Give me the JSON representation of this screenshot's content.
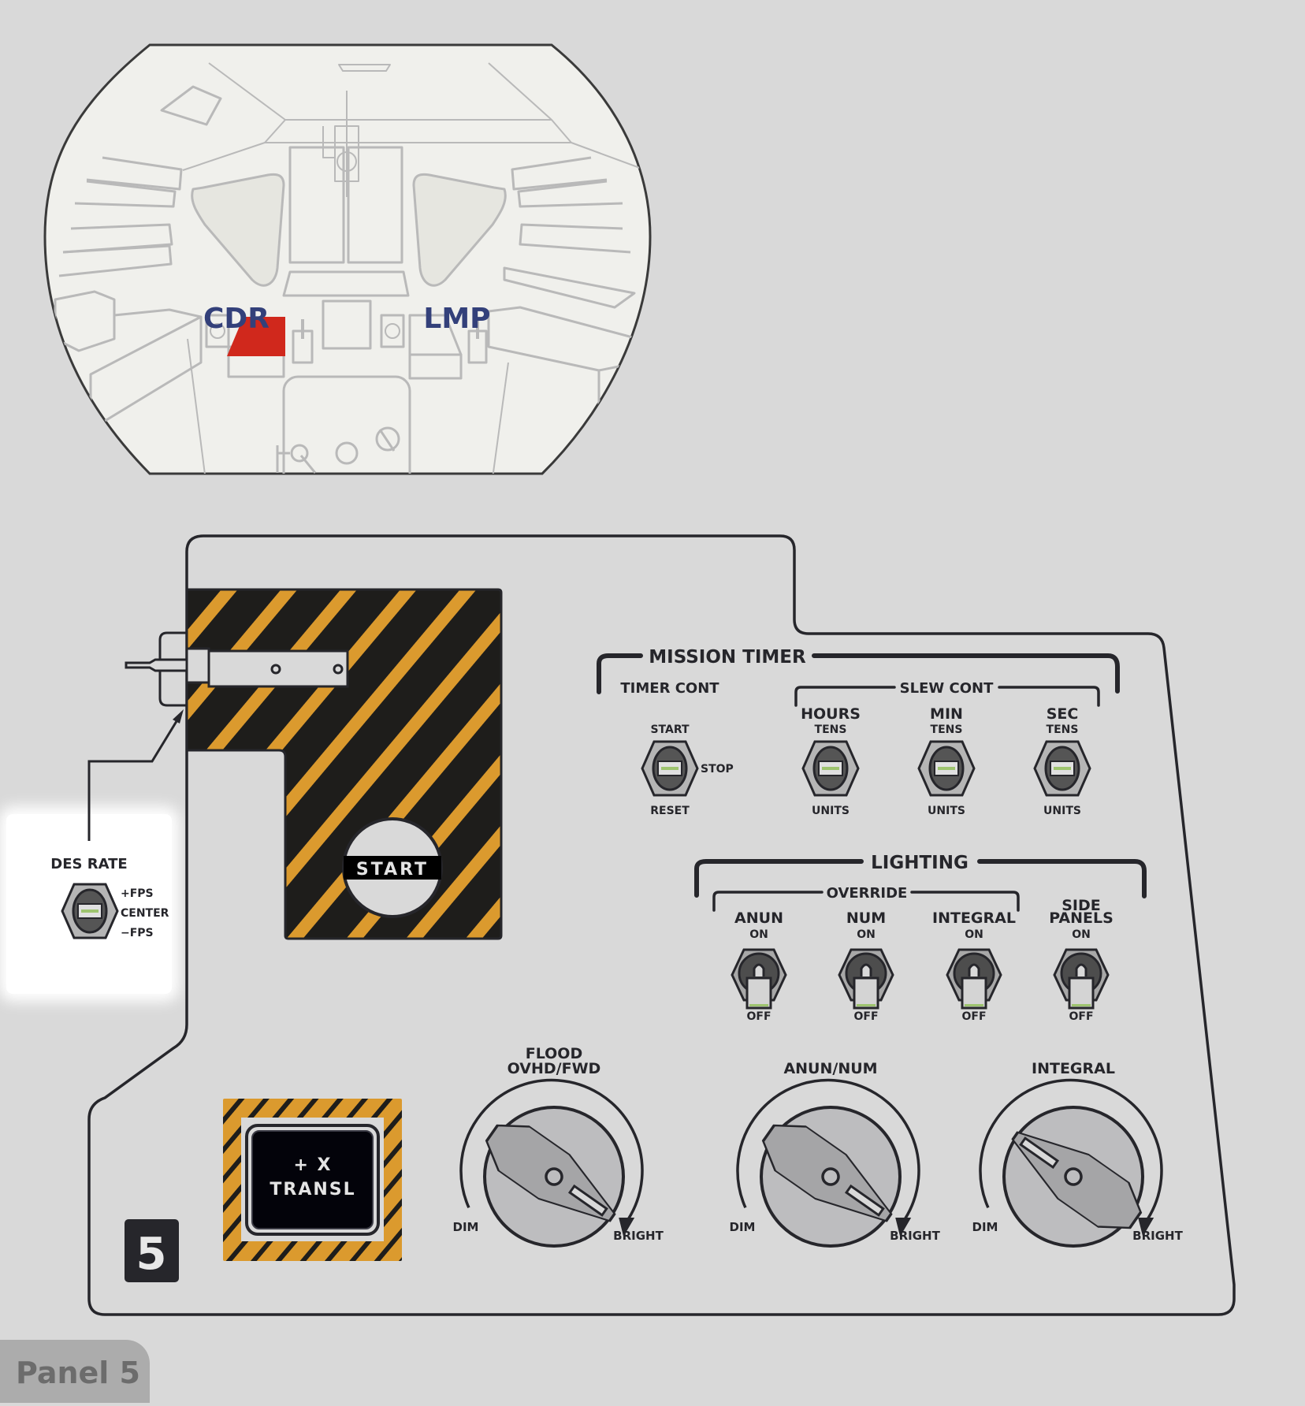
{
  "cabin": {
    "crew_left": "CDR",
    "crew_right": "LMP",
    "highlight_color": "#d0281c",
    "crew_label_color": "#33407a"
  },
  "panel": {
    "number": "5",
    "tab_label": "Panel 5",
    "hazard_color": "#db9a2e",
    "start_button": {
      "label": "START"
    },
    "translation_button": {
      "line1": "+ X",
      "line2": "TRANSL"
    },
    "des_rate": {
      "title": "DES RATE",
      "positions": [
        "+FPS",
        "CENTER",
        "−FPS"
      ],
      "state": "CENTER"
    },
    "mission_timer": {
      "title": "MISSION TIMER",
      "timer_cont": {
        "title": "TIMER CONT",
        "up": "START",
        "right": "STOP",
        "down": "RESET",
        "state": "center"
      },
      "slew_cont": {
        "title": "SLEW CONT",
        "switches": [
          {
            "name": "HOURS",
            "up": "TENS",
            "down": "UNITS",
            "state": "center"
          },
          {
            "name": "MIN",
            "up": "TENS",
            "down": "UNITS",
            "state": "center"
          },
          {
            "name": "SEC",
            "up": "TENS",
            "down": "UNITS",
            "state": "center"
          }
        ]
      }
    },
    "lighting": {
      "title": "LIGHTING",
      "override_title": "OVERRIDE",
      "toggles": [
        {
          "name": "ANUN",
          "on": "ON",
          "off": "OFF",
          "state": "OFF"
        },
        {
          "name": "NUM",
          "on": "ON",
          "off": "OFF",
          "state": "OFF"
        },
        {
          "name": "INTEGRAL",
          "on": "ON",
          "off": "OFF",
          "state": "OFF"
        },
        {
          "name_line1": "SIDE",
          "name_line2": "PANELS",
          "on": "ON",
          "off": "OFF",
          "state": "OFF"
        }
      ]
    },
    "knobs": [
      {
        "title_line1": "FLOOD",
        "title_line2": "OVHD/FWD",
        "min_label": "DIM",
        "max_label": "BRIGHT",
        "setting": "BRIGHT"
      },
      {
        "title_line1": "",
        "title_line2": "ANUN/NUM",
        "min_label": "DIM",
        "max_label": "BRIGHT",
        "setting": "BRIGHT"
      },
      {
        "title_line1": "",
        "title_line2": "INTEGRAL",
        "min_label": "DIM",
        "max_label": "BRIGHT",
        "setting": "DIM"
      }
    ]
  }
}
